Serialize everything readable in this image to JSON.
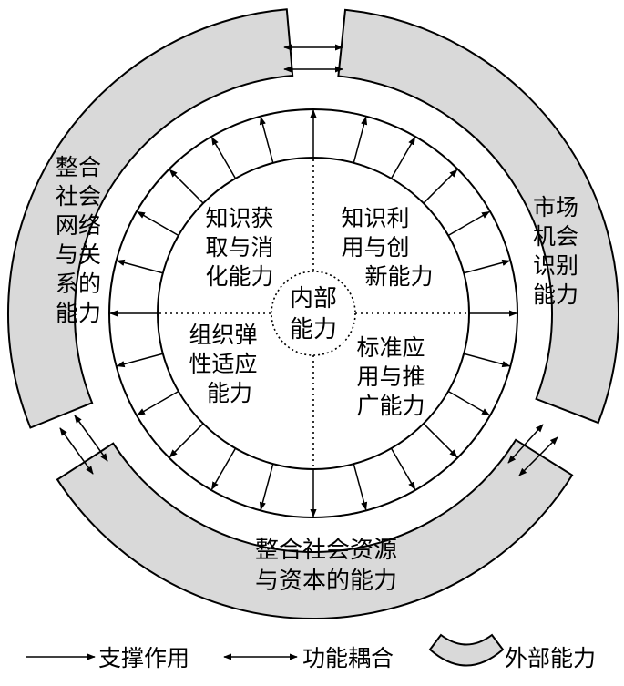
{
  "colors": {
    "segment_fill": "#d9d9d9",
    "stroke": "#000000",
    "background": "#ffffff"
  },
  "center": {
    "lines": [
      "内部",
      "能力"
    ]
  },
  "quadrants": [
    {
      "id": "knowledge-acquisition",
      "lines": [
        "知识获",
        "取与消",
        "化能力"
      ]
    },
    {
      "id": "knowledge-innovation",
      "lines": [
        "知识利",
        "用与创",
        "新能力"
      ]
    },
    {
      "id": "organizational-resilience",
      "lines": [
        "组织弹",
        "性适应",
        "能力"
      ]
    },
    {
      "id": "standards-promotion",
      "lines": [
        "标准应",
        "用与推",
        "广能力"
      ]
    }
  ],
  "external": [
    {
      "id": "social-network",
      "lines": [
        "整合",
        "社会",
        "网络",
        "与关",
        "系的",
        "能力"
      ]
    },
    {
      "id": "market-opportunity",
      "lines": [
        "市场",
        "机会",
        "识别",
        "能力"
      ]
    },
    {
      "id": "social-resources",
      "lines": [
        "整合社会资源",
        "与资本的能力"
      ]
    }
  ],
  "legend": [
    {
      "id": "support",
      "icon": "single-arrow-icon",
      "label": "支撑作用"
    },
    {
      "id": "coupling",
      "icon": "double-arrow-icon",
      "label": "功能耦合"
    },
    {
      "id": "external",
      "icon": "arc-segment-icon",
      "label": "外部能力"
    }
  ]
}
